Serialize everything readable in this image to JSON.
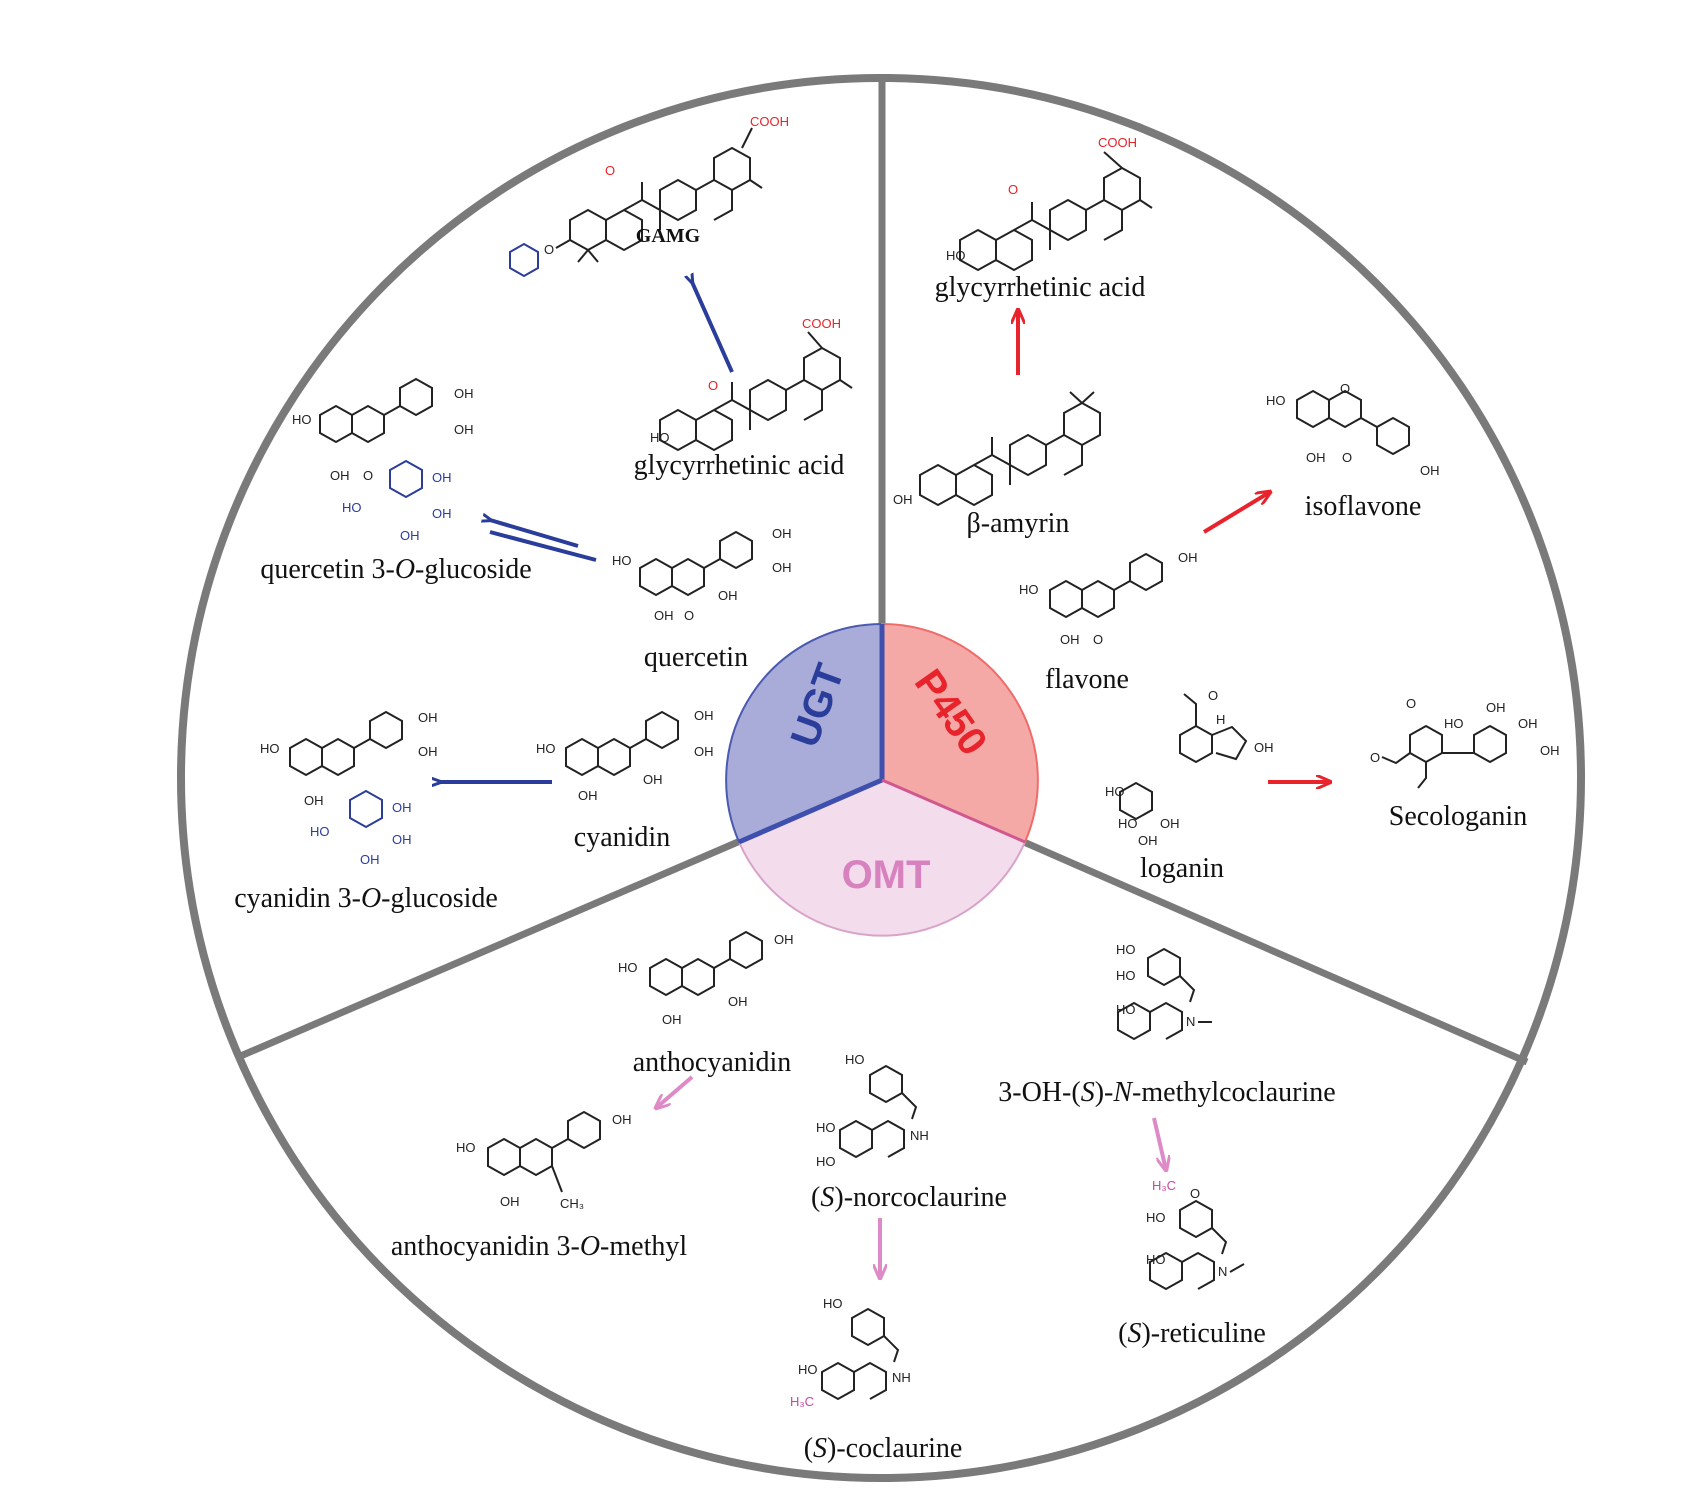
{
  "colors": {
    "divider": "#7a7a7a",
    "ugt_fill": "#a9acd8",
    "ugt_text": "#2a3d9a",
    "p450_fill": "#f5a9a6",
    "p450_text": "#e8232b",
    "omt_fill": "#f3dcec",
    "omt_text": "#d782bf",
    "ugt_arrow": "#2a3d9a",
    "p450_arrow": "#e8232b",
    "omt_arrow": "#de8ac6"
  },
  "enzymes": {
    "ugt": "UGT",
    "p450": "P450",
    "omt": "OMT"
  },
  "sectors": {
    "ugt": {
      "compounds": {
        "gamg": "GAMG",
        "glycyrrhetinic_acid": "glycyrrhetinic acid",
        "quercetin_glucoside": {
          "pre": "quercetin 3-",
          "italic": "O",
          "post": "-glucoside"
        },
        "quercetin": "quercetin",
        "cyanidin": "cyanidin",
        "cyanidin_glucoside": {
          "pre": "cyanidin 3-",
          "italic": "O",
          "post": "-glucoside"
        }
      },
      "reactions": [
        {
          "from": "glycyrrhetinic acid",
          "to": "GAMG"
        },
        {
          "from": "quercetin",
          "to": "quercetin 3-O-glucoside",
          "reversible": true
        },
        {
          "from": "cyanidin",
          "to": "cyanidin 3-O-glucoside"
        }
      ]
    },
    "p450": {
      "compounds": {
        "glycyrrhetinic_acid": "glycyrrhetinic acid",
        "beta_amyrin": "β-amyrin",
        "isoflavone": "isoflavone",
        "flavone": "flavone",
        "loganin": "loganin",
        "secologanin": "Secologanin"
      },
      "reactions": [
        {
          "from": "β-amyrin",
          "to": "glycyrrhetinic acid"
        },
        {
          "from": "flavone",
          "to": "isoflavone"
        },
        {
          "from": "loganin",
          "to": "Secologanin"
        }
      ]
    },
    "omt": {
      "compounds": {
        "anthocyanidin": "anthocyanidin",
        "anthocyanidin_methyl": {
          "pre": "anthocyanidin 3-",
          "italic": "O",
          "post": "-methyl"
        },
        "norcoclaurine": {
          "pre": "(",
          "italic": "S",
          "post": ")-norcoclaurine"
        },
        "coclaurine": {
          "pre": "(",
          "italic": "S",
          "post": ")-coclaurine"
        },
        "methylcoclaurine": {
          "pre": "3-OH-(",
          "italic": "S",
          "mid": ")-",
          "italic2": "N",
          "post": "-methylcoclaurine"
        },
        "reticuline": {
          "pre": "(",
          "italic": "S",
          "post": ")-reticuline"
        }
      },
      "reactions": [
        {
          "from": "anthocyanidin",
          "to": "anthocyanidin 3-O-methyl"
        },
        {
          "from": "(S)-norcoclaurine",
          "to": "(S)-coclaurine"
        },
        {
          "from": "3-OH-(S)-N-methylcoclaurine",
          "to": "(S)-reticuline"
        }
      ]
    }
  },
  "atoms": {
    "cooh": "COOH",
    "o": "O",
    "oh": "OH",
    "ho": "HO",
    "h": "H",
    "nh": "NH",
    "n": "N",
    "ch3": "CH₃",
    "h3c": "H₃C"
  }
}
